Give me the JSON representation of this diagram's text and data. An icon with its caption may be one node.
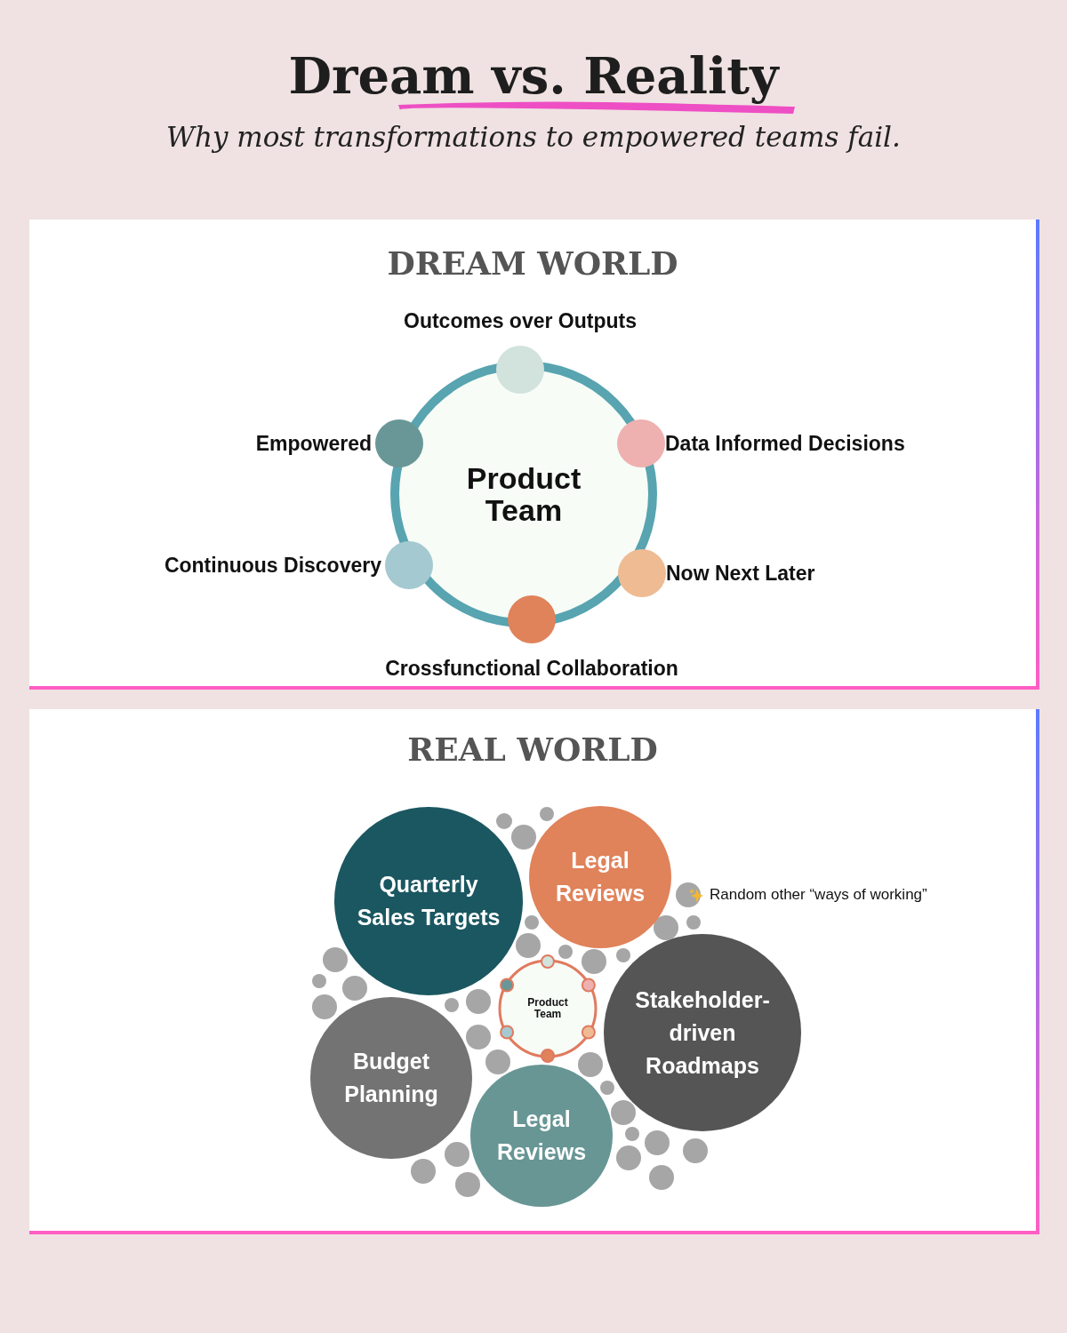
{
  "diagram": {
    "title": "Dream vs. Reality",
    "nodes": [
      {
        "text": [
          "DREAM WORLD"
        ]
      },
      {
        "text": [
          "Product Team"
        ],
        "in": 0
      },
      {
        "text": [],
        "shape": "circle",
        "beside": [
          "Outcomes over Outputs"
        ],
        "in": 0
      },
      {
        "text": [],
        "shape": "circle",
        "beside": [
          "Empowered"
        ],
        "in": 0
      },
      {
        "text": [],
        "shape": "circle",
        "beside": [
          "Data Informed Decisions"
        ],
        "in": 0
      },
      {
        "text": [],
        "shape": "circle",
        "beside": [
          "Continuous Discovery"
        ],
        "in": 0
      },
      {
        "text": [],
        "shape": "circle",
        "beside": [
          "Now Next Later"
        ],
        "in": 0
      },
      {
        "text": [],
        "shape": "circle",
        "beside": [
          "Crossfunctional Collaboration"
        ],
        "in": 0
      },
      {
        "text": [
          "REAL WORLD"
        ]
      },
      {
        "text": [
          "Quarterly Sales Targets"
        ],
        "in": 8
      },
      {
        "text": [
          "Legal Reviews"
        ],
        "in": 8
      },
      {
        "text": [
          "Product Team"
        ],
        "in": 8
      },
      {
        "text": [
          "Stakeholder-driven Roadmaps"
        ],
        "in": 8
      },
      {
        "text": [
          "Budget Planning"
        ],
        "in": 8
      },
      {
        "text": [
          "Legal Reviews"
        ],
        "in": 8
      }
    ],
    "edges": [],
    "labels": [
      "Why most transformations to empowered teams fail.",
      "Random other “ways of working”"
    ]
  }
}
